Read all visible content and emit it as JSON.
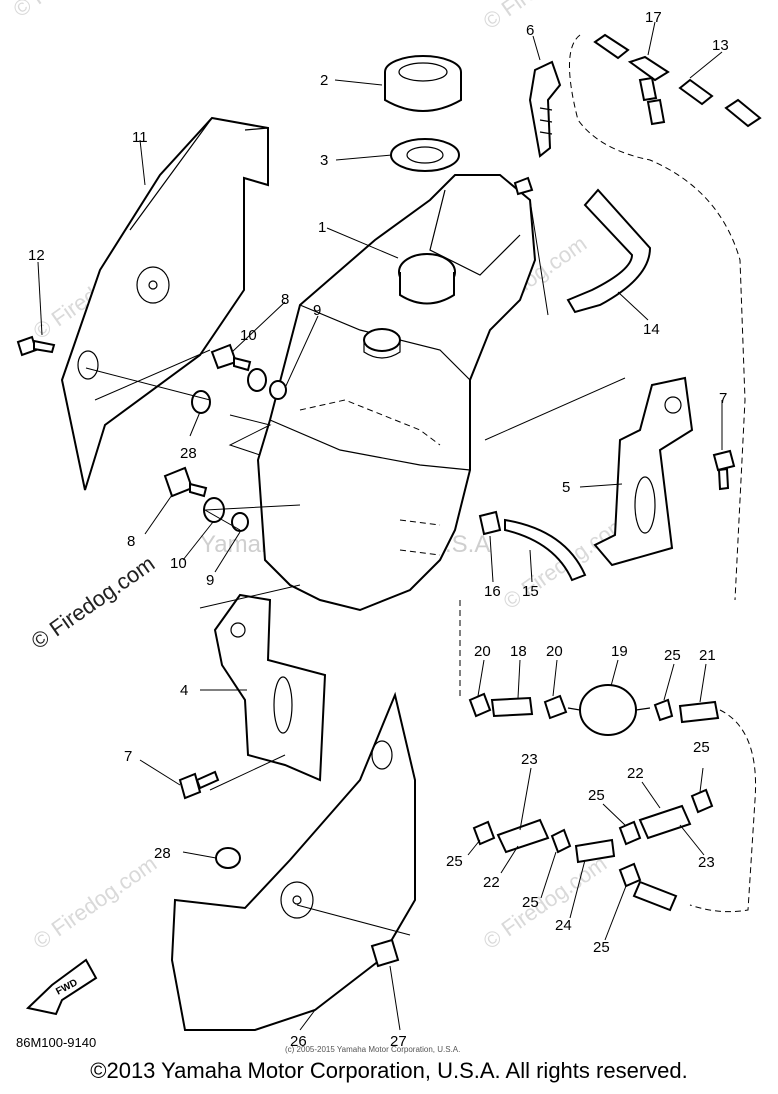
{
  "diagram": {
    "part_numbers": [
      "1",
      "2",
      "3",
      "4",
      "5",
      "6",
      "7",
      "7",
      "8",
      "8",
      "9",
      "9",
      "10",
      "10",
      "11",
      "12",
      "13",
      "14",
      "15",
      "16",
      "17",
      "18",
      "19",
      "20",
      "20",
      "21",
      "22",
      "22",
      "23",
      "23",
      "24",
      "25",
      "25",
      "25",
      "25",
      "25",
      "25",
      "26",
      "27",
      "28",
      "28"
    ],
    "watermark_text": "© Firedog.com",
    "center_watermark": "Yamaha Motor Corp. U.S.A",
    "fwd_label": "FWD",
    "drawing_code": "86M100-9140",
    "small_copyright": "(c) 2005-2015 Yamaha Motor Corporation, U.S.A."
  },
  "footer": {
    "copyright": "©2013 Yamaha Motor Corporation, U.S.A. All rights reserved."
  }
}
